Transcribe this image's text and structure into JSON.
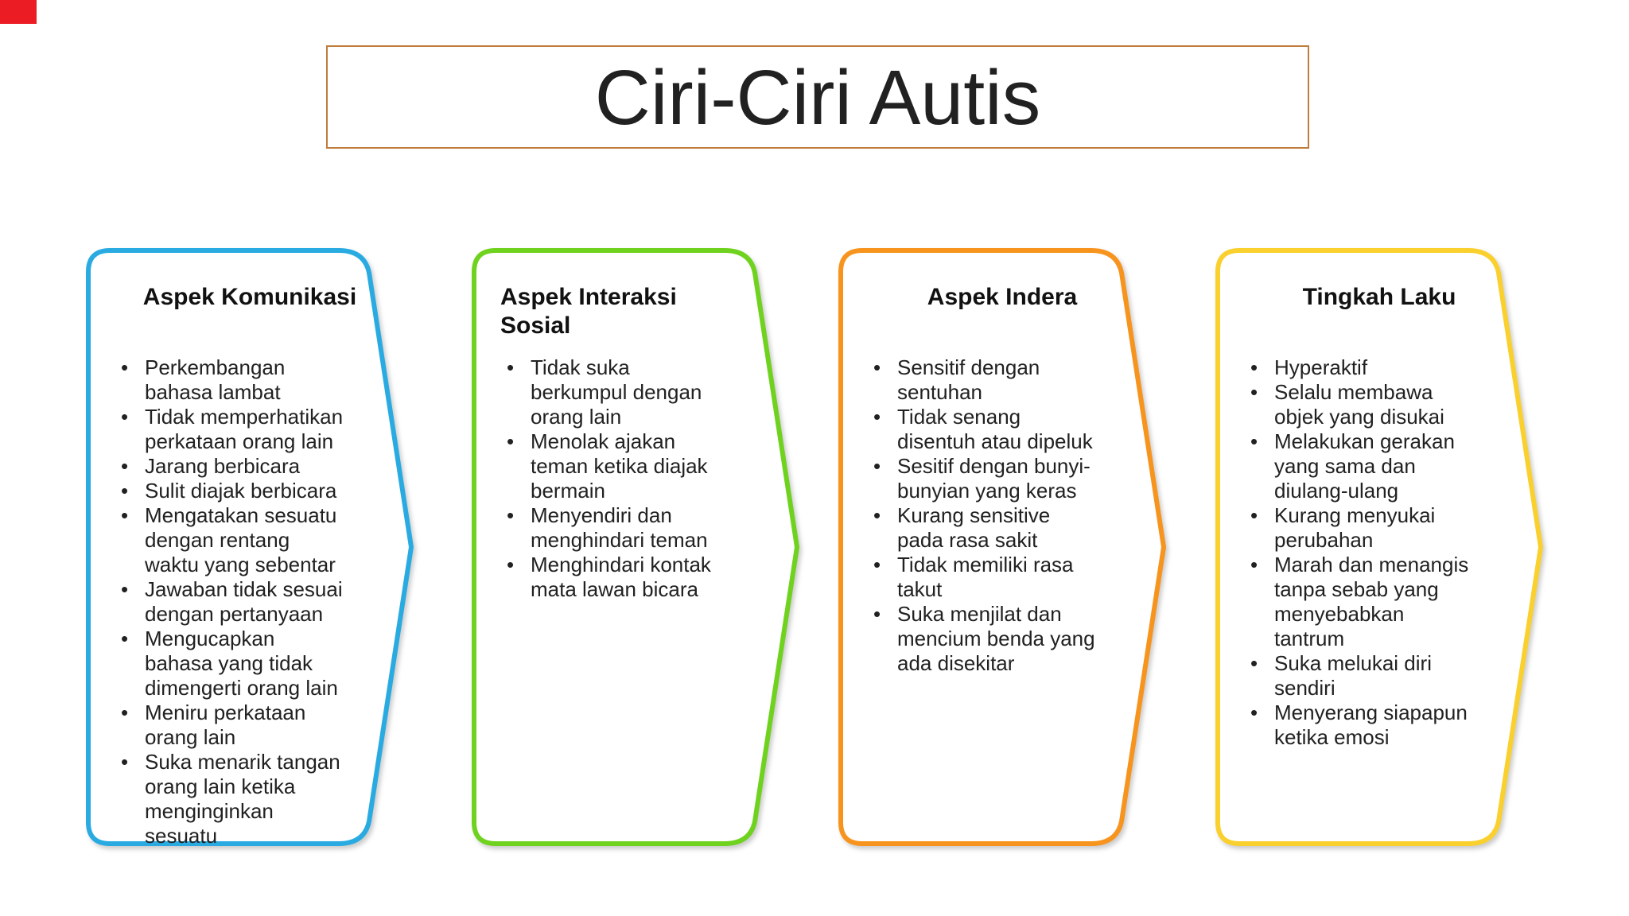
{
  "slide": {
    "title": "Ciri-Ciri Autis",
    "title_border_color": "#bf7c3c",
    "corner_marker_color": "#ec1c24",
    "background_color": "#ffffff",
    "text_color": "#212121"
  },
  "panels": [
    {
      "title": "Aspek Komunikasi",
      "accent_color": "#29abe2",
      "items": [
        "Perkembangan bahasa lambat",
        "Tidak memperhatikan perkataan orang lain",
        "Jarang berbicara",
        "Sulit diajak berbicara",
        "Mengatakan sesuatu dengan rentang waktu yang sebentar",
        "Jawaban tidak sesuai dengan pertanyaan",
        "Mengucapkan bahasa yang tidak dimengerti orang lain",
        "Meniru perkataan orang lain",
        "Suka menarik tangan orang lain ketika menginginkan sesuatu"
      ]
    },
    {
      "title": "Aspek Interaksi Sosial",
      "accent_color": "#6fd21e",
      "items": [
        "Tidak suka berkumpul dengan orang lain",
        "Menolak ajakan teman ketika diajak bermain",
        "Menyendiri dan menghindari teman",
        "Menghindari kontak mata lawan bicara"
      ]
    },
    {
      "title": "Aspek Indera",
      "accent_color": "#f7941e",
      "items": [
        "Sensitif dengan sentuhan",
        "Tidak senang disentuh atau dipeluk",
        "Sesitif dengan bunyi-bunyian yang keras",
        "Kurang sensitive pada rasa sakit",
        "Tidak memiliki rasa takut",
        "Suka menjilat dan mencium benda yang ada disekitar"
      ]
    },
    {
      "title": "Tingkah Laku",
      "accent_color": "#fad02e",
      "items": [
        "Hyperaktif",
        "Selalu membawa objek yang disukai",
        "Melakukan gerakan yang sama dan diulang-ulang",
        "Kurang menyukai perubahan",
        "Marah dan menangis tanpa sebab yang menyebabkan tantrum",
        "Suka melukai diri sendiri",
        "Menyerang siapapun ketika emosi"
      ]
    }
  ]
}
